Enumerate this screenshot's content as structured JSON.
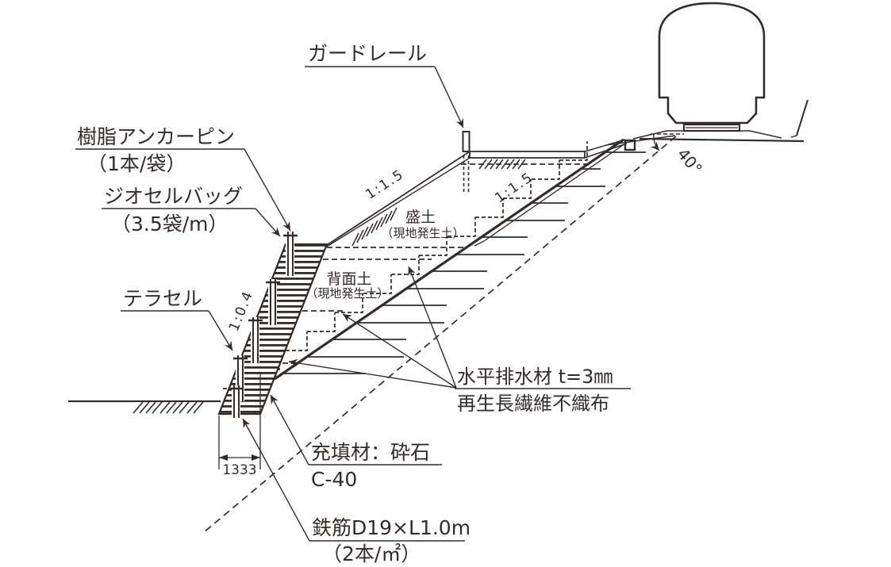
{
  "colors": {
    "ink": "#352b28",
    "background": "#ffffff"
  },
  "callouts": {
    "guardrail": {
      "label": "ガードレール"
    },
    "anchor_pin": {
      "line1": "樹脂アンカーピン",
      "line2": "（1本/袋）"
    },
    "geocell_bag": {
      "line1": "ジオセルバッグ",
      "line2": "（3.5袋/m）"
    },
    "terracell": {
      "label": "テラセル"
    },
    "drain": {
      "line1": "水平排水材 t=3㎜",
      "line2": "再生長繊維不織布"
    },
    "fill_material": {
      "line1": "充填材：砕石",
      "line2": "C-40"
    },
    "rebar": {
      "line1": "鉄筋D19×L1.0m",
      "line2": "（2本/㎡）"
    }
  },
  "regions": {
    "embankment": {
      "line1": "盛土",
      "line2": "（現地発生土）"
    },
    "backfill": {
      "line1": "背面土",
      "line2": "（現地発生土）"
    }
  },
  "gradients": {
    "upper_slope": "1:1.5",
    "natural_slope": "1:1.5",
    "wall_slope": "1:0.4",
    "failure_angle": "40°"
  },
  "dimension": {
    "base_width": "1333"
  }
}
